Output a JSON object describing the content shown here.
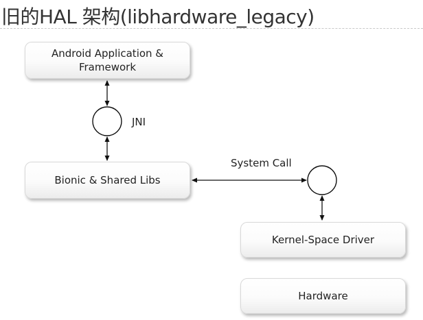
{
  "title": "旧的HAL 架构(libhardware_legacy)",
  "boxes": {
    "app": "Android Application & Framework",
    "bionic": "Bionic & Shared Libs",
    "kernel": "Kernel-Space Driver",
    "hardware": "Hardware"
  },
  "labels": {
    "jni": "JNI",
    "system_call": "System Call"
  },
  "colors": {
    "line": "#111111",
    "box_border": "#d9d9d9",
    "text": "#222222"
  }
}
